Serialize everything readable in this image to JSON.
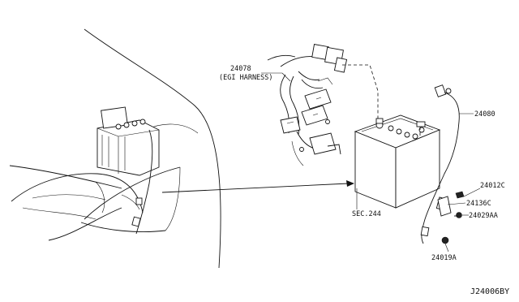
{
  "labels": {
    "harness_part": "24078",
    "harness_desc": "(EGI HARNESS)",
    "cable_part": "24080",
    "clip_part": "24012C",
    "bracket_part": "24136C",
    "bolt_part": "24029AA",
    "nut_part": "24019A",
    "section_ref": "SEC.244",
    "diagram_id": "J24006BY"
  }
}
